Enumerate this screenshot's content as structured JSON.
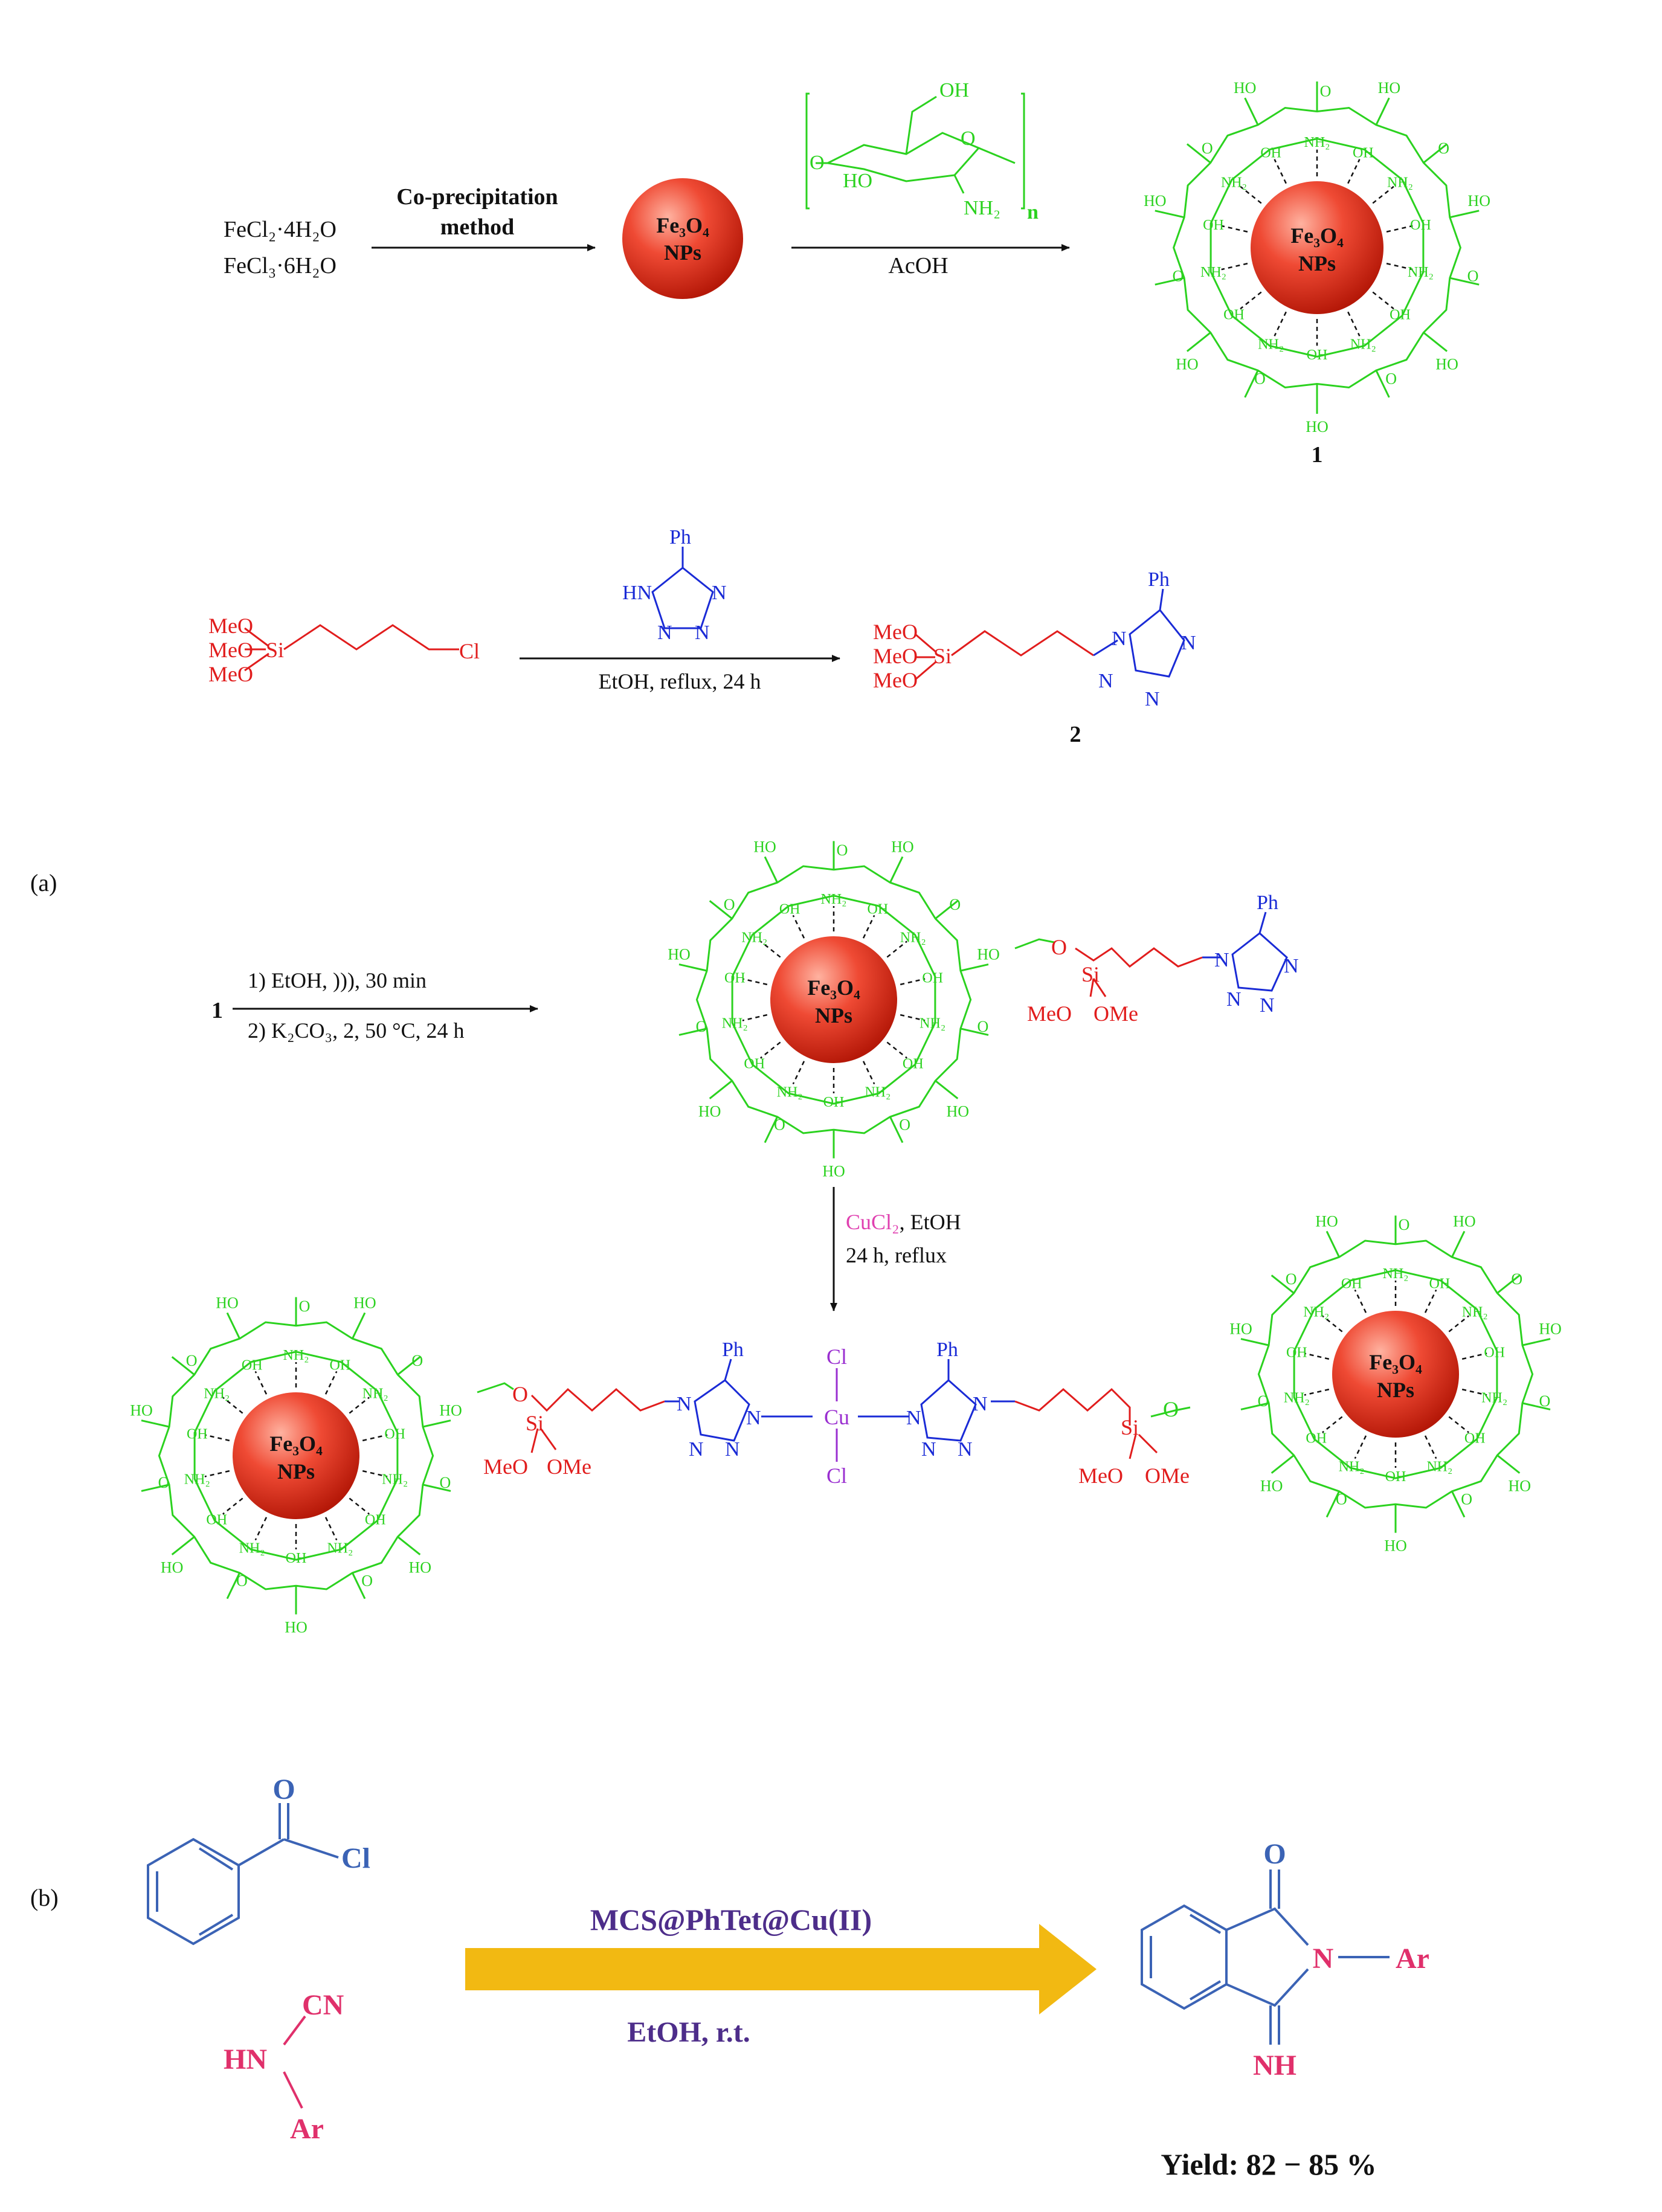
{
  "colors": {
    "chitosan": "#2bd21f",
    "linker": "#e11d1d",
    "tetrazole": "#1a2bd6",
    "copper": "#9a2fd0",
    "cucl2": "#e040b0",
    "reactant_blue": "#3b63b5",
    "reactant_pink": "#e0306b",
    "reagent_purple": "#4d2d8a",
    "arrow_gold": "#f2b912",
    "ink": "#111111",
    "sphere_light": "#ffb2a0",
    "sphere_dark": "#c81e10"
  },
  "panels": {
    "a": "(a)",
    "b": "(b)"
  },
  "nanoparticle": {
    "line1": "Fe3O4",
    "line2": "NPs"
  },
  "step1": {
    "reactant_1": "FeCl2·4H2O",
    "reactant_2": "FeCl3·6H2O",
    "condition_1": "Co-precipitation",
    "condition_2": "method"
  },
  "step2": {
    "reagent": "AcOH",
    "repeat_unit": "n",
    "product_label": "1"
  },
  "step3": {
    "conditions": "EtOH, reflux, 24 h",
    "product_label": "2"
  },
  "step4": {
    "start_label": "1",
    "condition_1": "1) EtOH, ))), 30 min",
    "condition_2": "2) K2CO3, 2, 50 °C, 24 h"
  },
  "step5": {
    "reagent": "CuCl2",
    "solvent": ", EtOH",
    "conditions": "24 h, reflux"
  },
  "groups": {
    "oh": "OH",
    "ho": "HO",
    "nh2": "NH2",
    "o": "O",
    "hn": "HN",
    "n": "N",
    "ph": "Ph",
    "meo": "MeO",
    "ome": "OMe",
    "si": "Si",
    "cl": "Cl",
    "cu": "Cu"
  },
  "reaction_b": {
    "acyl_o": "O",
    "acyl_cl": "Cl",
    "cyanamide_cn": "CN",
    "cyanamide_hn": "HN",
    "cyanamide_ar": "Ar",
    "catalyst": "MCS@PhTet@Cu(II)",
    "conditions": "EtOH, r.t.",
    "product_o": "O",
    "product_n": "N",
    "product_ar": "Ar",
    "product_nh": "NH",
    "yield": "Yield: 82 − 85 %"
  }
}
